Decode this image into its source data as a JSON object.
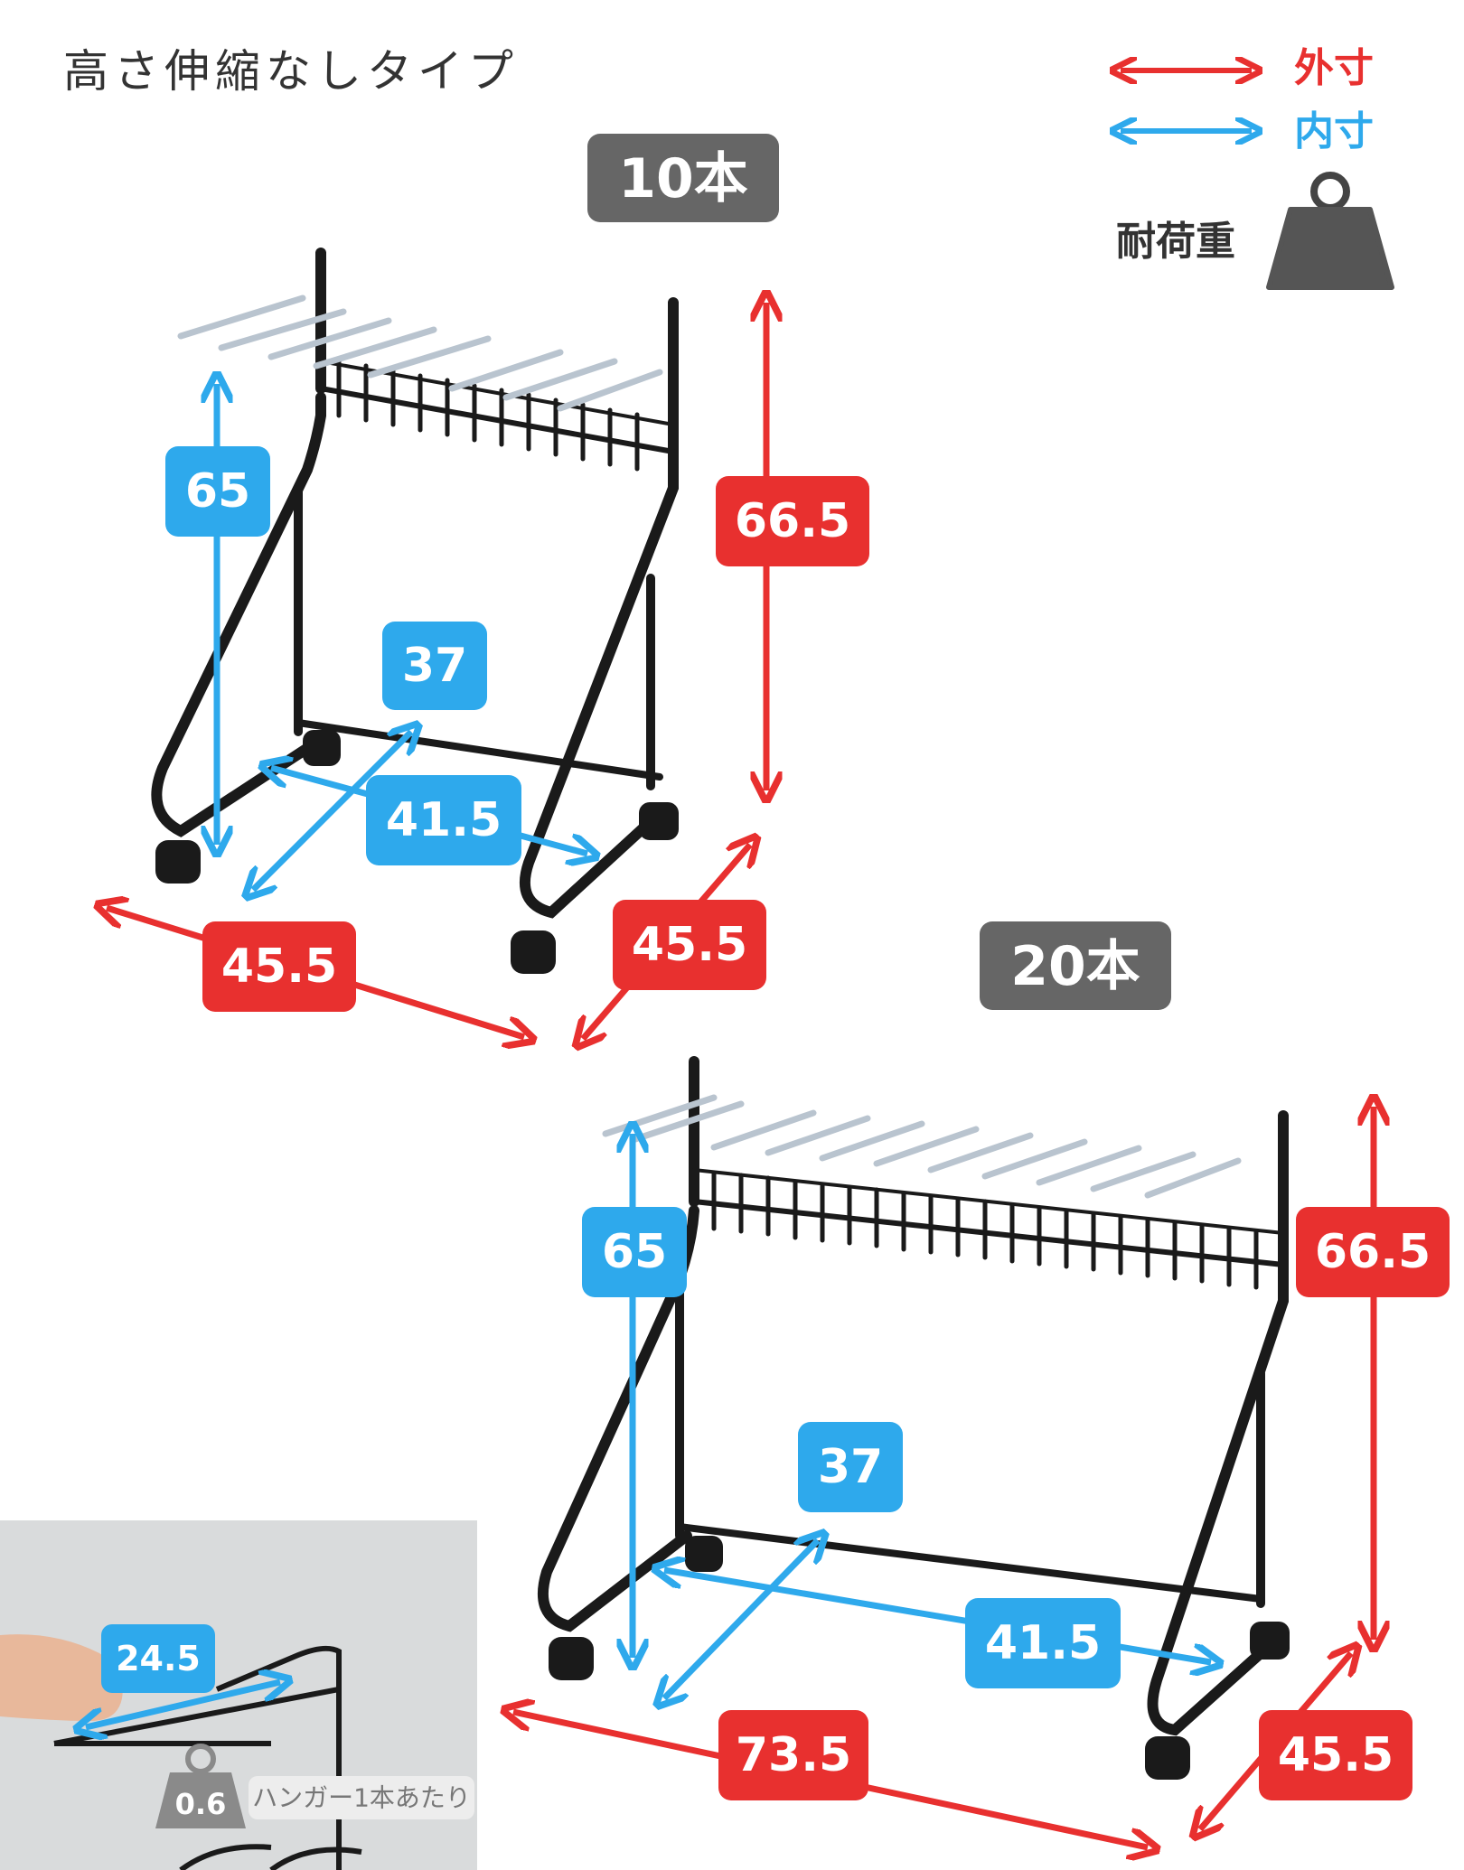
{
  "title": "高さ伸縮なしタイプ",
  "legend": {
    "outer_label": "外寸",
    "inner_label": "内寸",
    "load_label": "耐荷重",
    "outer_color": "#e8302f",
    "inner_color": "#2ea9ec",
    "weight_icon": "weight-icon"
  },
  "product_10": {
    "badge": "10本",
    "dims": {
      "inner_height": "65",
      "outer_height": "66.5",
      "inner_depth": "37",
      "inner_width": "41.5",
      "outer_width": "45.5",
      "outer_depth": "45.5"
    }
  },
  "product_20": {
    "badge": "20本",
    "dims": {
      "inner_height": "65",
      "outer_height": "66.5",
      "inner_depth": "37",
      "inner_width": "41.5",
      "outer_width": "73.5",
      "outer_depth": "45.5"
    }
  },
  "inset": {
    "hanger_size": "24.5",
    "load_value": "0.6",
    "load_note": "ハンガー1本あたり"
  }
}
